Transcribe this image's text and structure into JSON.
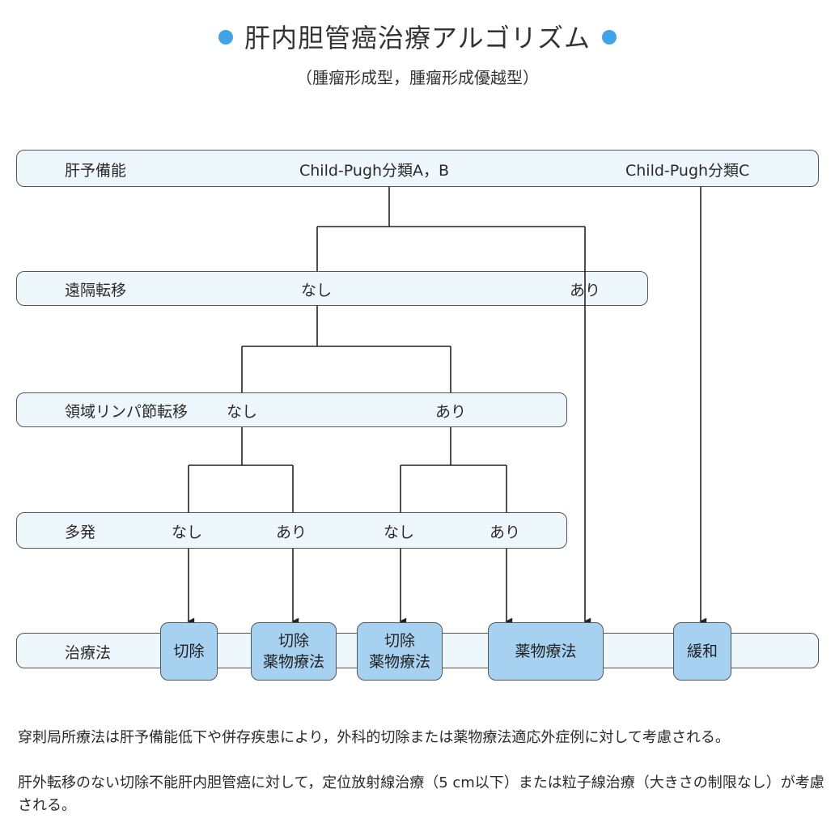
{
  "title": "肝内胆管癌治療アルゴリズム",
  "subtitle": "（腫瘤形成型，腫瘤形成優越型）",
  "accent_color": "#3fa3e6",
  "box_color": "#a7d1f1",
  "rows": {
    "liver": {
      "label": "肝予備能",
      "a": "Child-Pugh分類A，B",
      "b": "Child-Pugh分類C"
    },
    "distant": {
      "label": "遠隔転移",
      "a": "なし",
      "b": "あり"
    },
    "lymph": {
      "label": "領域リンパ節転移",
      "a": "なし",
      "b": "あり"
    },
    "multi": {
      "label": "多発",
      "a1": "なし",
      "b1": "あり",
      "a2": "なし",
      "b2": "あり"
    },
    "treatment": {
      "label": "治療法"
    }
  },
  "treatments": {
    "resection": "切除",
    "resection_chemo_1": [
      "切除",
      "薬物療法"
    ],
    "resection_chemo_2": [
      "切除",
      "薬物療法"
    ],
    "chemo": "薬物療法",
    "palliative": "緩和"
  },
  "notes": [
    "穿刺局所療法は肝予備能低下や併存疾患により，外科的切除または薬物療法適応外症例に対して考慮される。",
    "肝外転移のない切除不能肝内胆管癌に対して，定位放射線治療（5 cm以下）または粒子線治療（大きさの制限なし）が考慮される。"
  ]
}
